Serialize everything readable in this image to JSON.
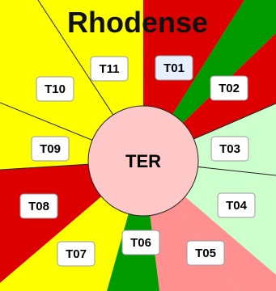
{
  "title": "Rhodense",
  "center": {
    "label": "TER",
    "fill": "#ffc8c8"
  },
  "colors": {
    "red": "#dd0000",
    "green": "#009900",
    "yellow": "#ffff00",
    "light_green": "#ccffcc",
    "salmon": "#ff9090",
    "label_box": "#ffffff",
    "label_box_selected": "#e6f0ff"
  },
  "sectors": [
    {
      "id": "T01",
      "label": "T01",
      "color": "#dd0000",
      "selected": true
    },
    {
      "id": "T02",
      "label": "T02",
      "color": "#009900",
      "selected": false
    },
    {
      "id": "T03",
      "label": "T03",
      "color": "#dd0000",
      "selected": false
    },
    {
      "id": "T04",
      "label": "T04",
      "color": "#ccffcc",
      "selected": false
    },
    {
      "id": "T05",
      "label": "T05",
      "color": "#ff9090",
      "selected": false
    },
    {
      "id": "T06",
      "label": "T06",
      "color": "#009900",
      "selected": false
    },
    {
      "id": "T07",
      "label": "T07",
      "color": "#ffff00",
      "selected": false
    },
    {
      "id": "T08",
      "label": "T08",
      "color": "#dd0000",
      "selected": false
    },
    {
      "id": "T09",
      "label": "T09",
      "color": "#ffff00",
      "selected": false
    },
    {
      "id": "T10",
      "label": "T10",
      "color": "#ffff00",
      "selected": false
    },
    {
      "id": "T11",
      "label": "T11",
      "color": "#ffff00",
      "selected": false
    }
  ]
}
